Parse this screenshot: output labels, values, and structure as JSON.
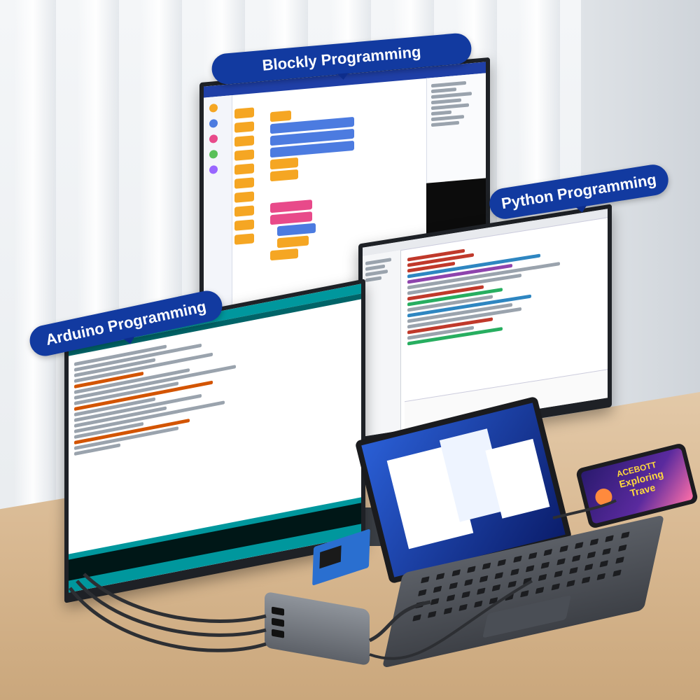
{
  "labels": {
    "blockly": "Blockly Programming",
    "python": "Python Programming",
    "arduino": "Arduino Programming"
  },
  "tablet": {
    "brand": "ACEBOTT",
    "line1": "Exploring",
    "line2": "Trave"
  },
  "colors": {
    "pill_blue": "#123aa0",
    "arduino_teal": "#00979d",
    "blockly_blue": "#1f3fa6",
    "block_orange": "#f5a623",
    "block_blue": "#4c7be0",
    "block_pink": "#e84a8a"
  }
}
